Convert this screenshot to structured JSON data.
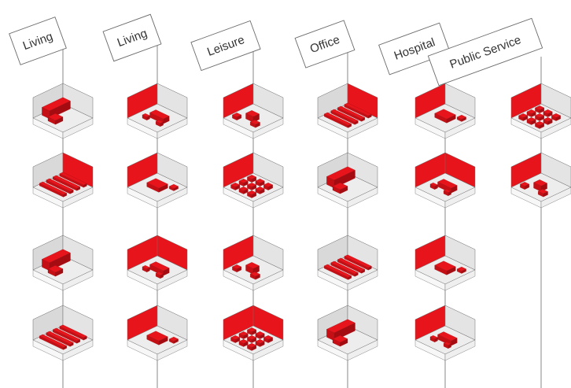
{
  "diagram": {
    "accent_color": "#e8141b",
    "line_color": "#6a6a6a",
    "floor_color": "#ededed",
    "wall_color": "#d9d9d9",
    "categories": [
      {
        "label": "Living",
        "rooms": [
          "table-room",
          "corner-room",
          "sofa-room",
          "desk-room"
        ]
      },
      {
        "label": "Living",
        "rooms": [
          "bench-room",
          "bed-room",
          "ramp-room",
          "grid-room"
        ]
      },
      {
        "label": "Leisure",
        "rooms": [
          "chairs-room",
          "wall-grid-room",
          "pool-room",
          "seats-room"
        ]
      },
      {
        "label": "Office",
        "rooms": [
          "meeting-room",
          "desk-room",
          "classroom-room",
          "workstation-room"
        ]
      },
      {
        "label": "Hospital",
        "rooms": [
          "round-table-room",
          "wall-room",
          "sofa-block-room",
          "reception-room"
        ]
      },
      {
        "label": "Public Service",
        "rooms": [
          "sofa-row-room",
          "corner-room"
        ]
      }
    ]
  }
}
